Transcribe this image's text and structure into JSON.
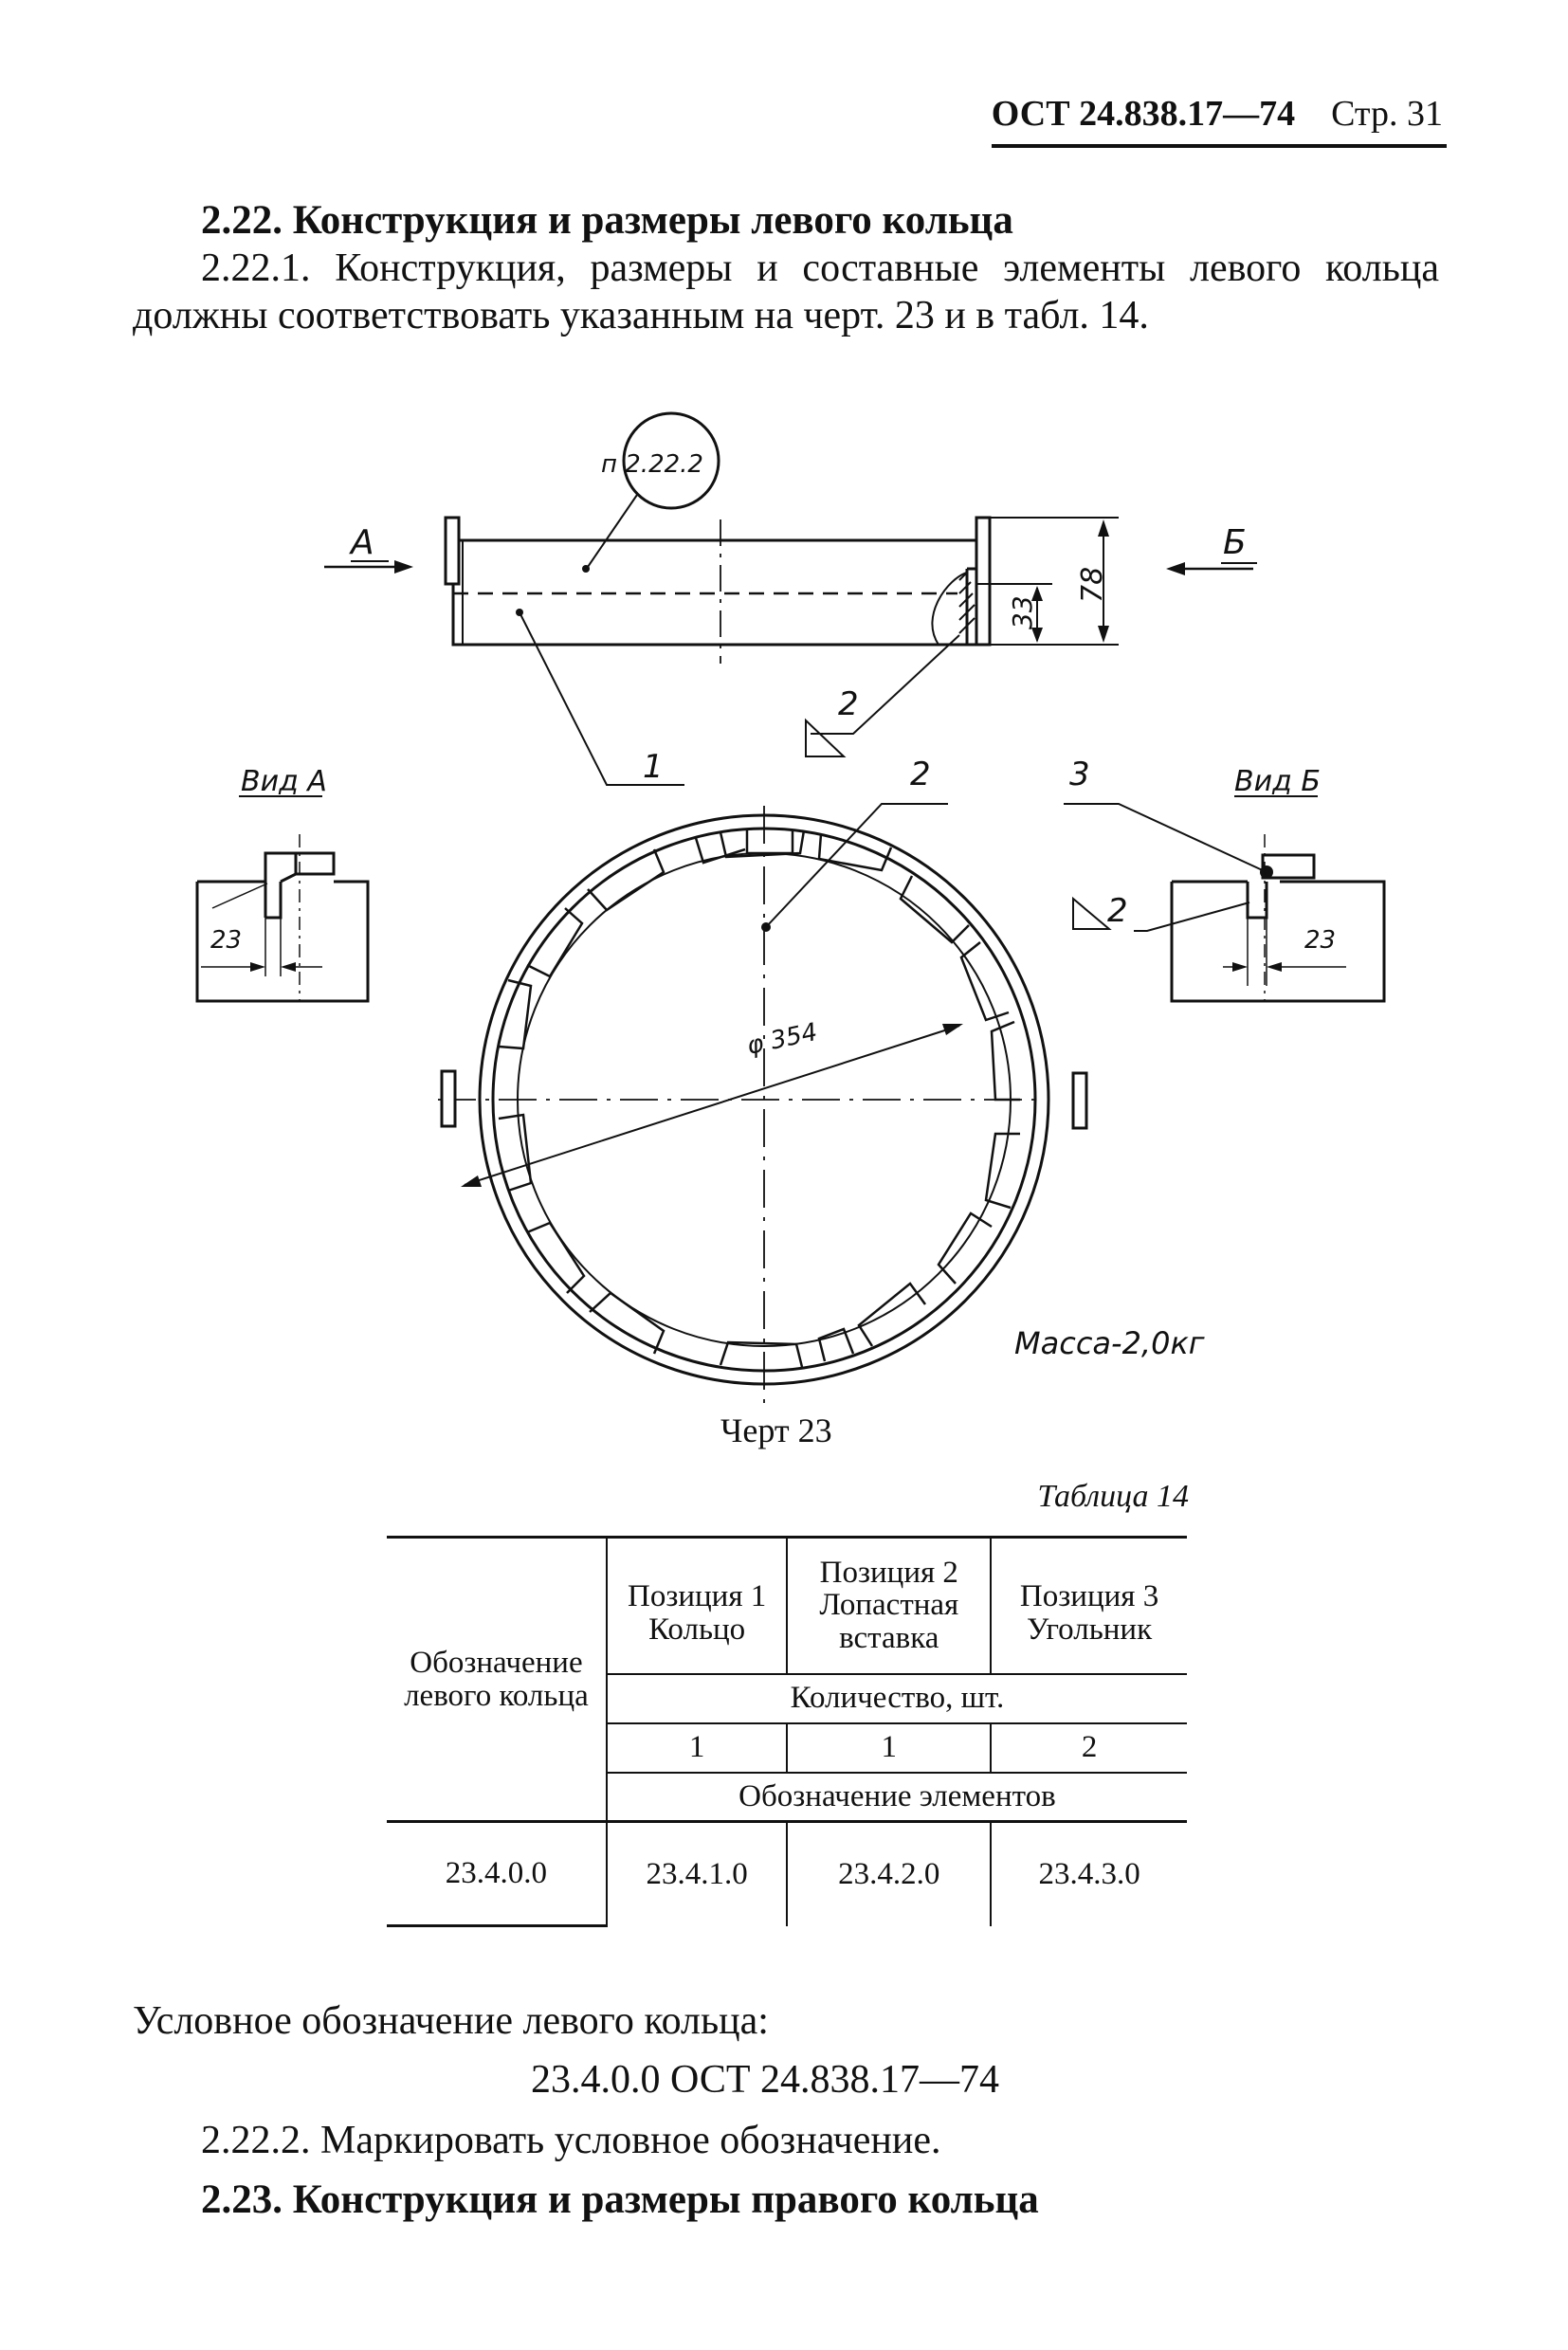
{
  "header": {
    "standard": "ОСТ 24.838.17—74",
    "page": "Стр. 31"
  },
  "section_2_22": {
    "title": "2.22. Конструкция и размеры левого кольца",
    "para_2_22_1": "2.22.1. Конструкция, размеры и составные элементы левого кольца должны соответствовать указанным на черт. 23 и в табл. 14."
  },
  "drawing": {
    "circle_note": "п 2.22.2",
    "view_a_arrow": "А",
    "view_b_arrow": "Б",
    "dim_78": "78",
    "dim_33": "33",
    "weld_sym": "2",
    "pos_1": "1",
    "pos_2": "2",
    "pos_3": "3",
    "view_a_title": "Вид А",
    "view_b_title": "Вид Б",
    "dim_23_left": "23",
    "dim_23_right": "23",
    "weld_sym_b": "2",
    "diameter": "φ 354",
    "mass": "Масса-2,0кг",
    "caption": "Черт 23"
  },
  "table14": {
    "caption": "Таблица 14",
    "col0": "Обозначение левого кольца",
    "pos1": "Позиция 1 Кольцо",
    "pos2": "Позиция 2 Лопастная вставка",
    "pos3": "Позиция 3 Угольник",
    "qty_header": "Количество, шт.",
    "qty": [
      "1",
      "1",
      "2"
    ],
    "elements_header": "Обозначение элементов",
    "row": {
      "designation": "23.4.0.0",
      "pos1": "23.4.1.0",
      "pos2": "23.4.2.0",
      "pos3": "23.4.3.0"
    }
  },
  "conditional": {
    "label": "Условное обозначение левого кольца:",
    "value": "23.4.0.0 ОСТ 24.838.17—74"
  },
  "para_2_22_2": "2.22.2. Маркировать условное обозначение.",
  "section_2_23_title": "2.23. Конструкция и размеры правого кольца"
}
